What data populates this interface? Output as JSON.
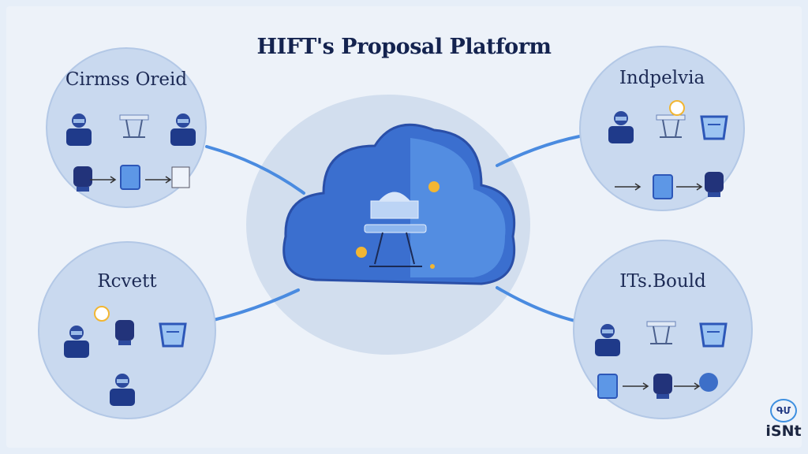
{
  "title": "HIFT's Proposal Platform",
  "nodes": {
    "top_left": "Cirmss Oreid",
    "top_right": "Indpelvia",
    "bottom_left": "Rcvett",
    "bottom_right": "ITs.Bould"
  },
  "logo": {
    "text": "iSNt",
    "glyph": "ԳՄ"
  },
  "colors": {
    "primary": "#2d57b8",
    "dark": "#1d3480",
    "accent": "#f2b632",
    "node": "#c9d9ef"
  }
}
